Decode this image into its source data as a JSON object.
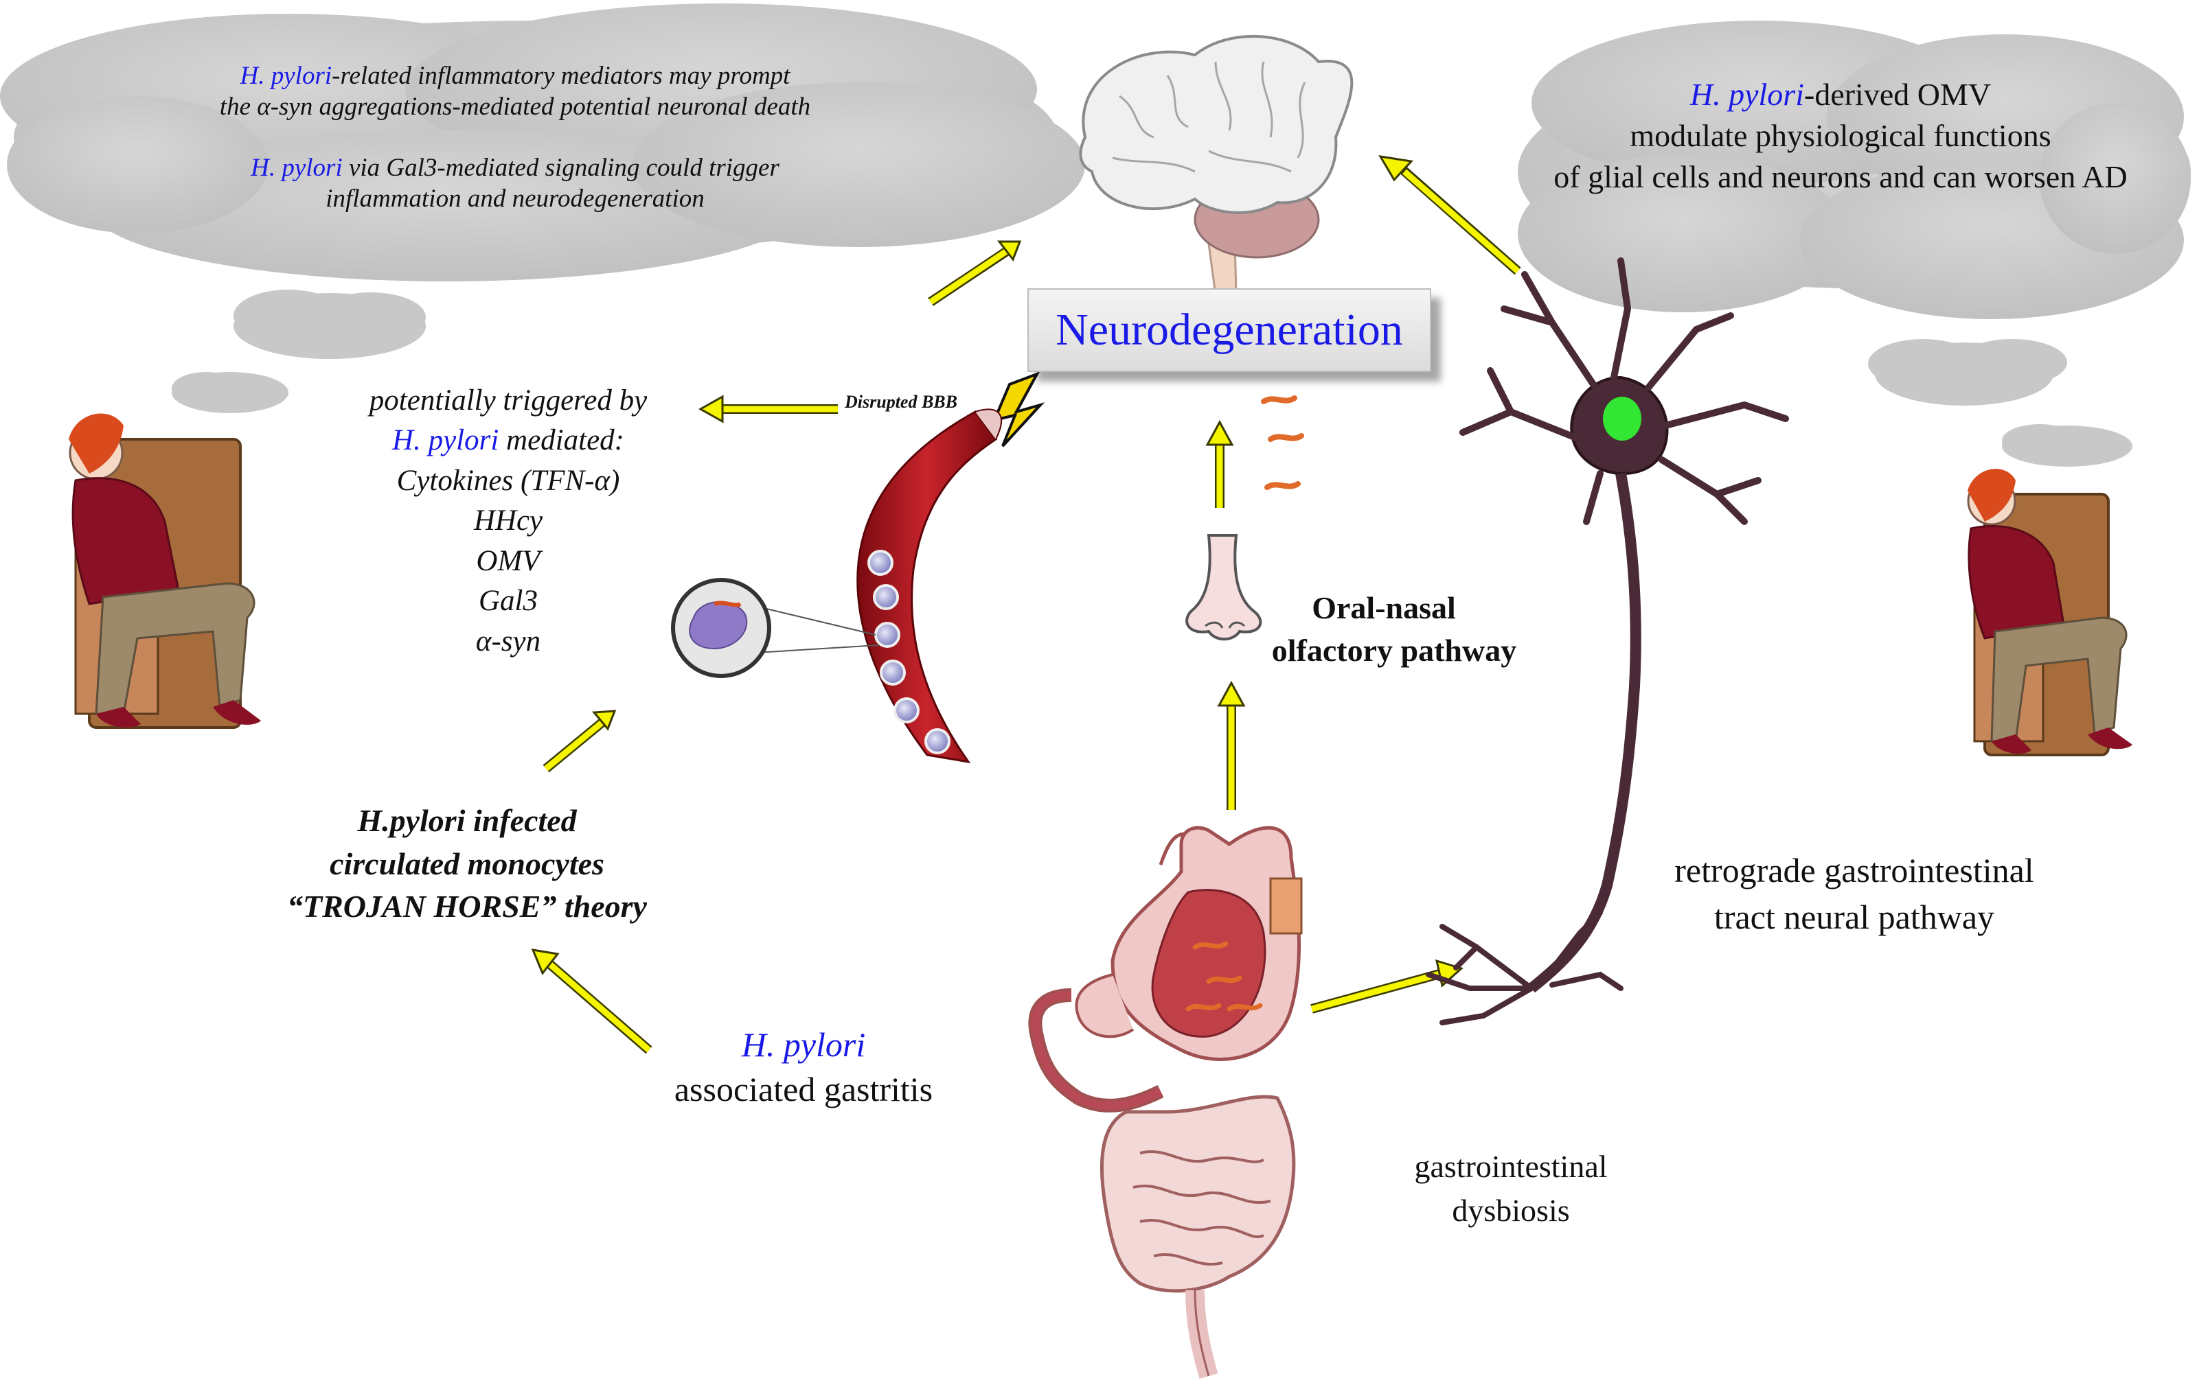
{
  "title": "Neurodegeneration",
  "cloud_left": {
    "line1_species": "H. pylori",
    "line1_rest": "-related inflammatory mediators may prompt",
    "line2": "the α-syn aggregations-mediated potential neuronal death",
    "line3_species": "H. pylori",
    "line3_rest": " via Gal3-mediated signaling could trigger",
    "line4": "inflammation and neurodegeneration"
  },
  "cloud_right": {
    "line1_species": "H. pylori",
    "line1_rest": "-derived OMV",
    "line2": "modulate physiological functions",
    "line3": "of glial cells and neurons and can worsen AD"
  },
  "mediators": {
    "heading": "potentially triggered by",
    "species": "H. pylori",
    "species_suffix": " mediated:",
    "items": [
      "Cytokines (TFN-α)",
      "HHcy",
      "OMV",
      "Gal3",
      "α-syn"
    ]
  },
  "bbb_label": "Disrupted BBB",
  "trojan": {
    "line1": "H.pylori infected",
    "line2": "circulated monocytes",
    "line3": "“TROJAN HORSE” theory"
  },
  "gastritis": {
    "species": "H. pylori",
    "rest": "associated gastritis"
  },
  "olfactory": {
    "line1": "Oral-nasal",
    "line2": "olfactory pathway"
  },
  "dysbiosis": {
    "line1": "gastrointestinal",
    "line2": "dysbiosis"
  },
  "retrograde": {
    "line1": "retrograde gastrointestinal",
    "line2": "tract neural pathway"
  },
  "colors": {
    "arrow": "#f5f500",
    "arrow_outline": "#3a3a00",
    "cloud": "#cfcfcf",
    "species_blue": "#1a1ae6",
    "blood": "#a3121c",
    "neuron": "#4a2a36",
    "nucleus": "#33e633"
  }
}
